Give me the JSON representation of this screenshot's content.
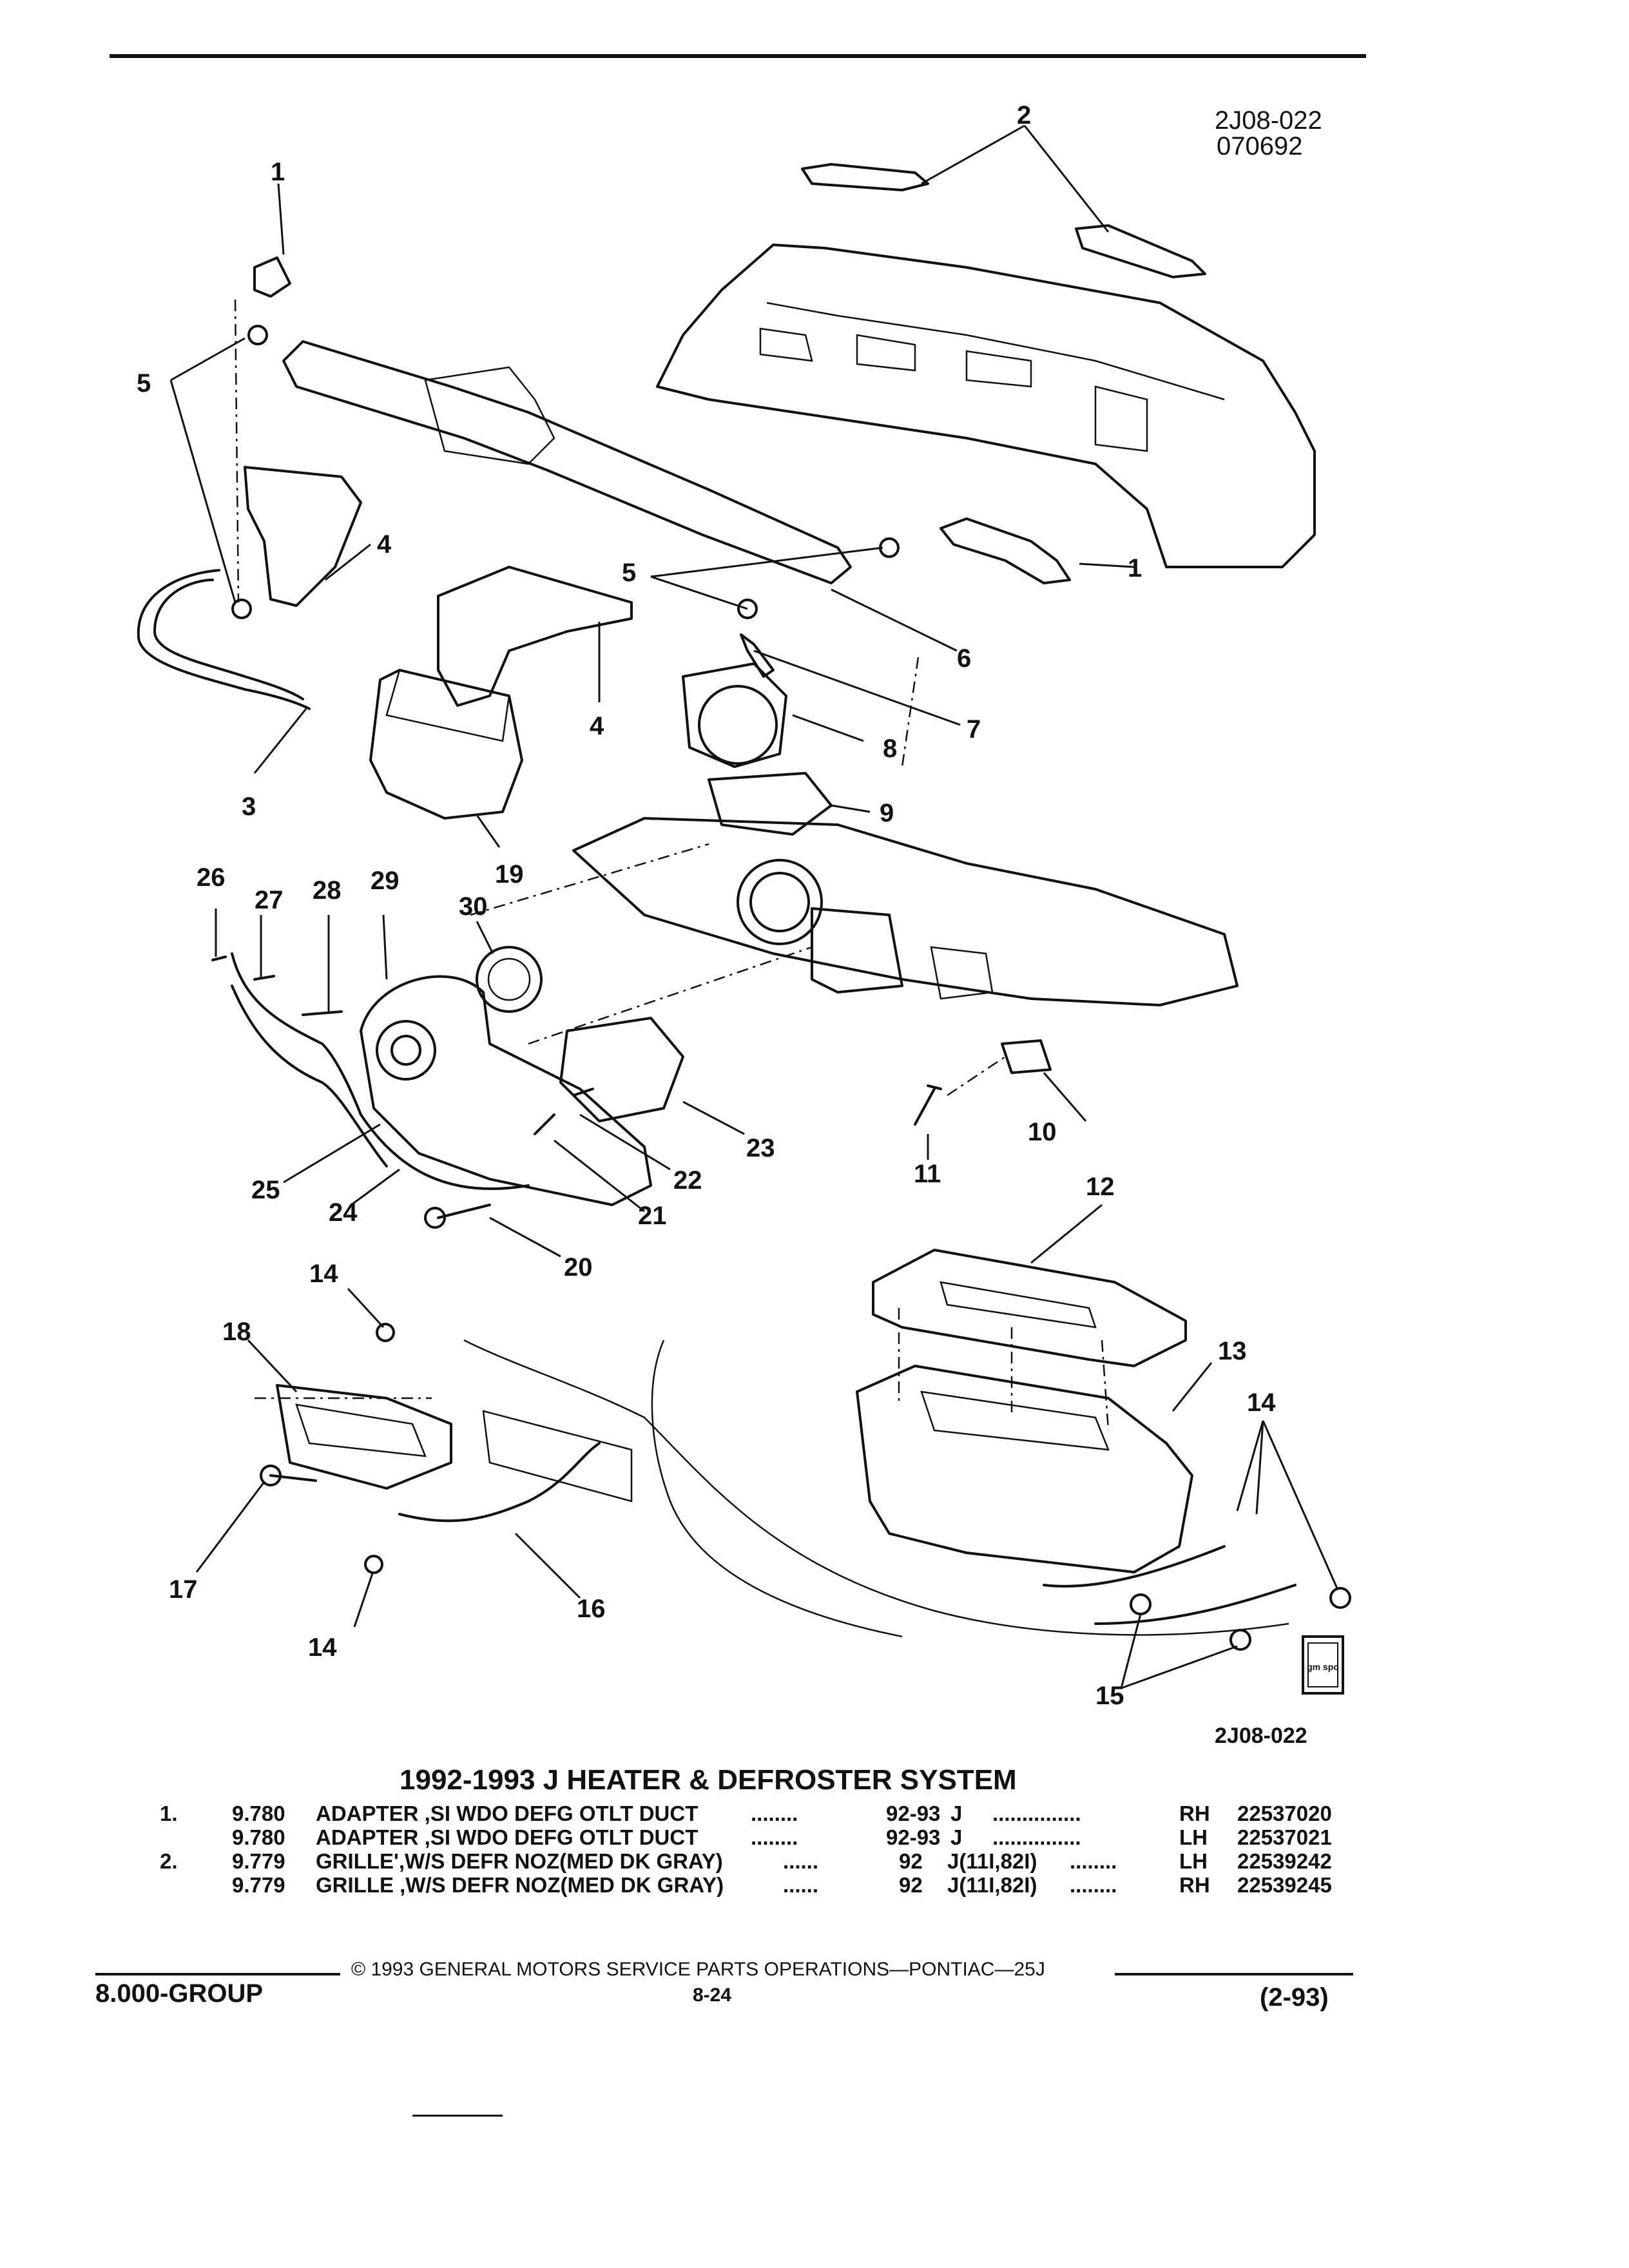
{
  "header": {
    "ref_code": "2J08-022",
    "date_code": "070692"
  },
  "diagram": {
    "footer_code": "2J08-022",
    "callouts": [
      "1",
      "2",
      "1",
      "5",
      "4",
      "5",
      "6",
      "7",
      "8",
      "4",
      "3",
      "19",
      "9",
      "26",
      "27",
      "28",
      "29",
      "30",
      "23",
      "22",
      "21",
      "25",
      "24",
      "20",
      "10",
      "11",
      "12",
      "13",
      "14",
      "18",
      "14",
      "17",
      "14",
      "16",
      "15"
    ],
    "logo_text": "gm spo"
  },
  "title": "1992-1993 J HEATER & DEFROSTER SYSTEM",
  "parts": [
    {
      "ref": "1.",
      "code": "9.780",
      "desc": "ADAPTER ,SI WDO DEFG OTLT DUCT",
      "dots1": "........",
      "year": "92-93",
      "model": "J",
      "dots2": "...............",
      "side": "RH",
      "partno": "22537020"
    },
    {
      "ref": "",
      "code": "9.780",
      "desc": "ADAPTER ,SI WDO DEFG OTLT DUCT",
      "dots1": "........",
      "year": "92-93",
      "model": "J",
      "dots2": "...............",
      "side": "LH",
      "partno": "22537021"
    },
    {
      "ref": "2.",
      "code": "9.779",
      "desc": "GRILLE',W/S DEFR NOZ(MED DK GRAY)",
      "dots1": "......",
      "year": "92",
      "model": "J(11I,82I)",
      "dots2": "........",
      "side": "LH",
      "partno": "22539242"
    },
    {
      "ref": "",
      "code": "9.779",
      "desc": "GRILLE ,W/S DEFR NOZ(MED DK GRAY)",
      "dots1": "......",
      "year": "92",
      "model": "J(11I,82I)",
      "dots2": "........",
      "side": "RH",
      "partno": "22539245"
    }
  ],
  "footer": {
    "copyright": "© 1993 GENERAL MOTORS SERVICE PARTS OPERATIONS—PONTIAC—25J",
    "group": "8.000-GROUP",
    "page": "8-24",
    "revision": "(2-93)"
  }
}
